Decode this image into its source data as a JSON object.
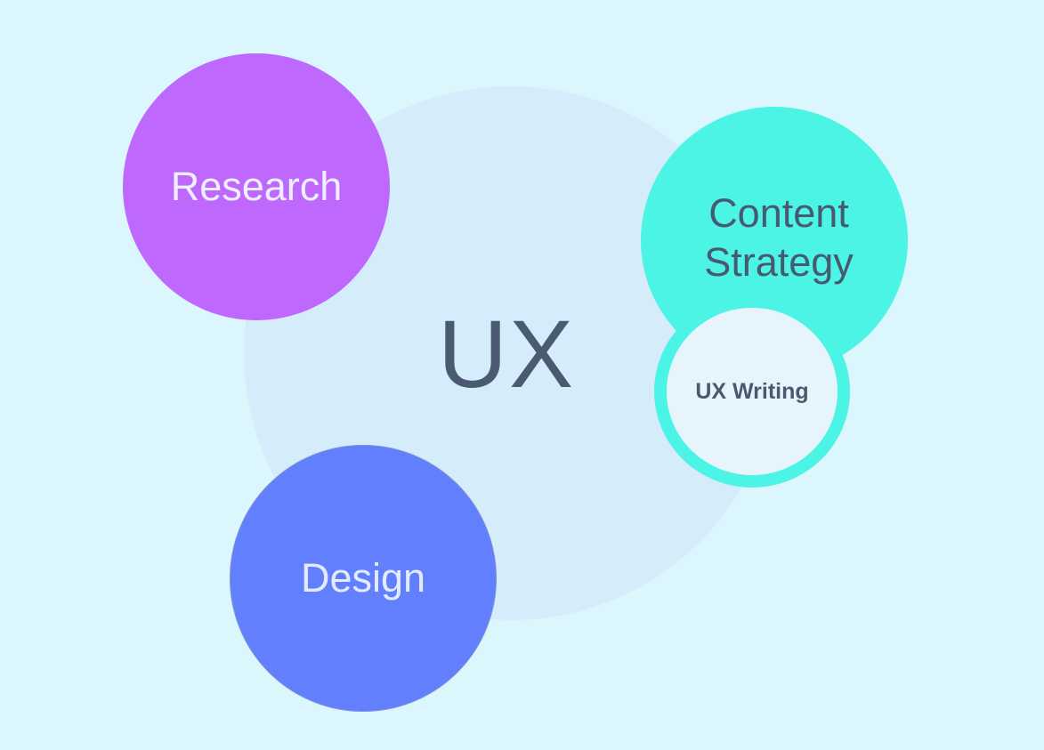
{
  "diagram": {
    "center": {
      "label": "UX"
    },
    "nodes": [
      {
        "id": "research",
        "label": "Research",
        "color": "#bf68fd"
      },
      {
        "id": "design",
        "label": "Design",
        "color": "#6280fe"
      },
      {
        "id": "content_strategy",
        "label_lines": [
          "Content",
          "Strategy"
        ],
        "color": "#4cf4e6"
      },
      {
        "id": "ux_writing",
        "label": "UX Writing",
        "color": "#e6f5fc",
        "ring_color": "#4cf4e6"
      }
    ],
    "colors": {
      "background": "#dbf6fc",
      "core": "#d5ecfb",
      "text_dark": "#475a6f",
      "text_light": "#eef0ff"
    }
  }
}
